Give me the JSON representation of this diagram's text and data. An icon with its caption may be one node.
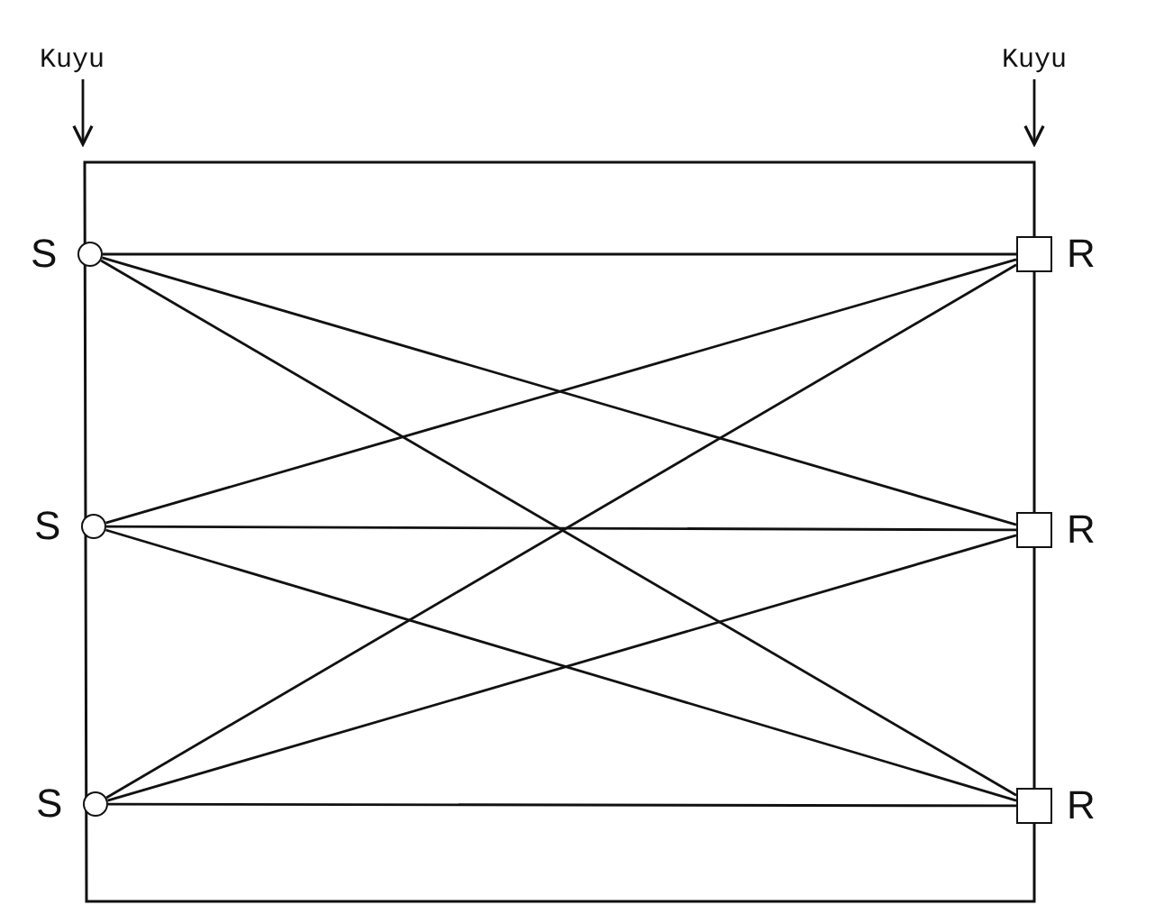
{
  "diagram": {
    "nodes": [
      {
        "text": [
          "Kuyu"
        ]
      },
      {
        "text": [
          "Kuyu"
        ]
      },
      {
        "text": [],
        "shape": "circle",
        "beside": [
          "S"
        ]
      },
      {
        "text": [],
        "shape": "box",
        "beside": [
          "R"
        ]
      },
      {
        "text": [],
        "shape": "circle",
        "beside": [
          "S"
        ]
      },
      {
        "text": [],
        "shape": "box",
        "beside": [
          "R"
        ]
      },
      {
        "text": [],
        "shape": "circle",
        "beside": [
          "S"
        ]
      },
      {
        "text": [],
        "shape": "box",
        "beside": [
          "R"
        ]
      }
    ],
    "edges": [
      {
        "from": 0,
        "to": null,
        "arrow": "to"
      },
      {
        "from": 1,
        "to": null,
        "arrow": "to"
      },
      {
        "from": 2,
        "to": 3,
        "arrow": "none"
      },
      {
        "from": 2,
        "to": 5,
        "arrow": "none"
      },
      {
        "from": 2,
        "to": 7,
        "arrow": "none"
      },
      {
        "from": 4,
        "to": 3,
        "arrow": "none"
      },
      {
        "from": 4,
        "to": 5,
        "arrow": "none"
      },
      {
        "from": 4,
        "to": 7,
        "arrow": "none"
      },
      {
        "from": 6,
        "to": 3,
        "arrow": "none"
      },
      {
        "from": 6,
        "to": 5,
        "arrow": "none"
      },
      {
        "from": 6,
        "to": 7,
        "arrow": "none"
      }
    ]
  }
}
